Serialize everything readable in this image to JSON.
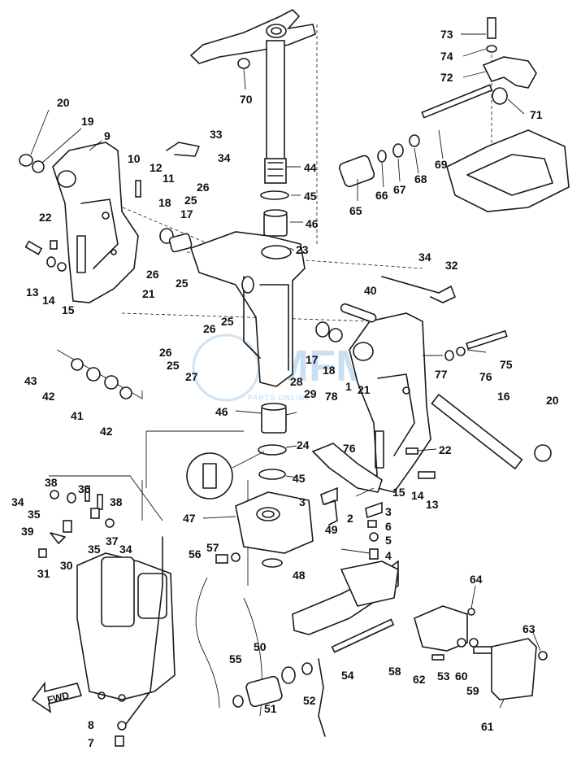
{
  "diagram": {
    "watermark": {
      "main": "MFM",
      "sub": "PARTS ONLINE"
    },
    "direction_arrow": "FWD",
    "callouts": [
      {
        "id": "c1",
        "text": "73"
      },
      {
        "id": "c2",
        "text": "74"
      },
      {
        "id": "c3",
        "text": "72"
      },
      {
        "id": "c4",
        "text": "71"
      },
      {
        "id": "c5",
        "text": "70"
      },
      {
        "id": "c6",
        "text": "20"
      },
      {
        "id": "c7",
        "text": "19"
      },
      {
        "id": "c8",
        "text": "9"
      },
      {
        "id": "c9",
        "text": "33"
      },
      {
        "id": "c10",
        "text": "34"
      },
      {
        "id": "c11",
        "text": "10"
      },
      {
        "id": "c12",
        "text": "12"
      },
      {
        "id": "c13",
        "text": "11"
      },
      {
        "id": "c14",
        "text": "44"
      },
      {
        "id": "c15",
        "text": "45"
      },
      {
        "id": "c16",
        "text": "65"
      },
      {
        "id": "c17",
        "text": "66"
      },
      {
        "id": "c18",
        "text": "67"
      },
      {
        "id": "c19",
        "text": "68"
      },
      {
        "id": "c20",
        "text": "69"
      },
      {
        "id": "c21",
        "text": "46"
      },
      {
        "id": "c22",
        "text": "26"
      },
      {
        "id": "c23",
        "text": "25"
      },
      {
        "id": "c24",
        "text": "18"
      },
      {
        "id": "c25",
        "text": "17"
      },
      {
        "id": "c26",
        "text": "22"
      },
      {
        "id": "c27",
        "text": "23"
      },
      {
        "id": "c28",
        "text": "13"
      },
      {
        "id": "c29",
        "text": "14"
      },
      {
        "id": "c30",
        "text": "15"
      },
      {
        "id": "c31",
        "text": "26"
      },
      {
        "id": "c32",
        "text": "21"
      },
      {
        "id": "c33",
        "text": "25"
      },
      {
        "id": "c34",
        "text": "34"
      },
      {
        "id": "c35",
        "text": "32"
      },
      {
        "id": "c36",
        "text": "40"
      },
      {
        "id": "c37",
        "text": "26"
      },
      {
        "id": "c38",
        "text": "25"
      },
      {
        "id": "c39",
        "text": "26"
      },
      {
        "id": "c40",
        "text": "25"
      },
      {
        "id": "c41",
        "text": "27"
      },
      {
        "id": "c42",
        "text": "17"
      },
      {
        "id": "c43",
        "text": "18"
      },
      {
        "id": "c44",
        "text": "75"
      },
      {
        "id": "c45",
        "text": "43"
      },
      {
        "id": "c46",
        "text": "42"
      },
      {
        "id": "c47",
        "text": "41"
      },
      {
        "id": "c48",
        "text": "42"
      },
      {
        "id": "c49",
        "text": "28"
      },
      {
        "id": "c50",
        "text": "29"
      },
      {
        "id": "c51",
        "text": "1"
      },
      {
        "id": "c52",
        "text": "78"
      },
      {
        "id": "c53",
        "text": "21"
      },
      {
        "id": "c54",
        "text": "77"
      },
      {
        "id": "c55",
        "text": "76"
      },
      {
        "id": "c56",
        "text": "16"
      },
      {
        "id": "c57",
        "text": "20"
      },
      {
        "id": "c58",
        "text": "46"
      },
      {
        "id": "c59",
        "text": "76"
      },
      {
        "id": "c60",
        "text": "24"
      },
      {
        "id": "c61",
        "text": "22"
      },
      {
        "id": "c62",
        "text": "45"
      },
      {
        "id": "c63",
        "text": "15"
      },
      {
        "id": "c64",
        "text": "14"
      },
      {
        "id": "c65",
        "text": "13"
      },
      {
        "id": "c66",
        "text": "3"
      },
      {
        "id": "c67",
        "text": "38"
      },
      {
        "id": "c68",
        "text": "36"
      },
      {
        "id": "c69",
        "text": "34"
      },
      {
        "id": "c70",
        "text": "38"
      },
      {
        "id": "c71",
        "text": "35"
      },
      {
        "id": "c72",
        "text": "2"
      },
      {
        "id": "c73",
        "text": "3"
      },
      {
        "id": "c74",
        "text": "47"
      },
      {
        "id": "c75",
        "text": "49"
      },
      {
        "id": "c76",
        "text": "6"
      },
      {
        "id": "c77",
        "text": "39"
      },
      {
        "id": "c78",
        "text": "37"
      },
      {
        "id": "c79",
        "text": "5"
      },
      {
        "id": "c80",
        "text": "35"
      },
      {
        "id": "c81",
        "text": "34"
      },
      {
        "id": "c82",
        "text": "30"
      },
      {
        "id": "c83",
        "text": "57"
      },
      {
        "id": "c84",
        "text": "4"
      },
      {
        "id": "c85",
        "text": "56"
      },
      {
        "id": "c86",
        "text": "31"
      },
      {
        "id": "c87",
        "text": "48"
      },
      {
        "id": "c88",
        "text": "64"
      },
      {
        "id": "c89",
        "text": "63"
      },
      {
        "id": "c90",
        "text": "50"
      },
      {
        "id": "c91",
        "text": "55"
      },
      {
        "id": "c92",
        "text": "54"
      },
      {
        "id": "c93",
        "text": "58"
      },
      {
        "id": "c94",
        "text": "62"
      },
      {
        "id": "c95",
        "text": "53"
      },
      {
        "id": "c96",
        "text": "60"
      },
      {
        "id": "c97",
        "text": "59"
      },
      {
        "id": "c98",
        "text": "52"
      },
      {
        "id": "c99",
        "text": "51"
      },
      {
        "id": "c100",
        "text": "61"
      },
      {
        "id": "c101",
        "text": "8"
      },
      {
        "id": "c102",
        "text": "7"
      }
    ]
  }
}
